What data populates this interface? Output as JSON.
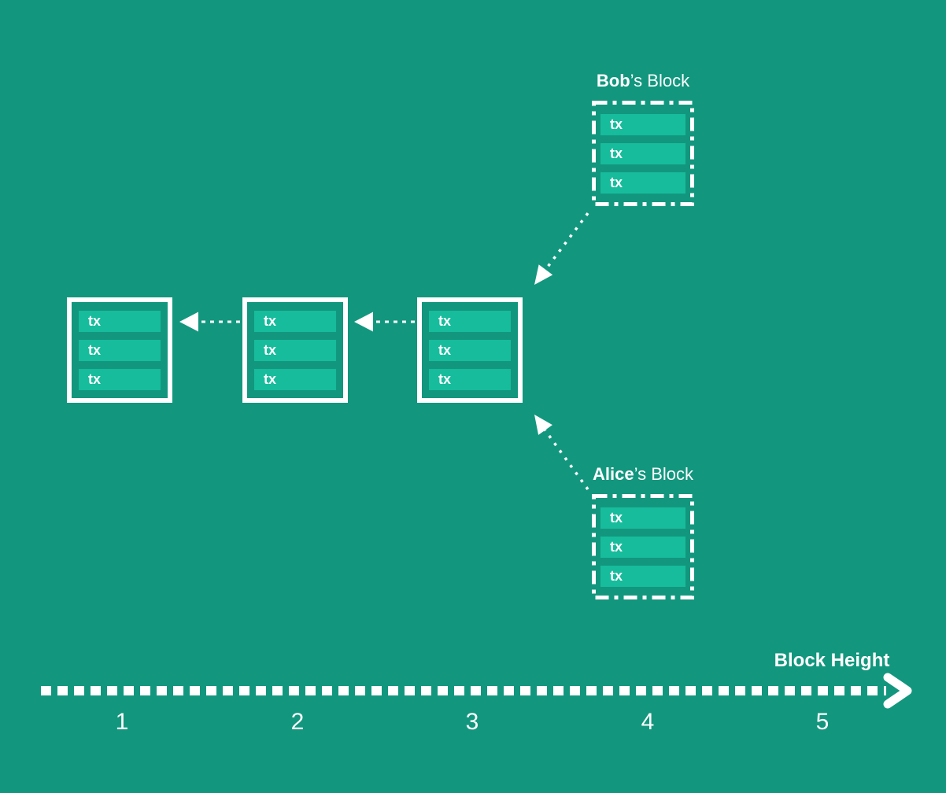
{
  "colors": {
    "background": "#12977E",
    "tx_fill": "#17BC9C",
    "foreground": "#FFFFFF"
  },
  "chain_blocks": [
    {
      "txs": [
        "tx",
        "tx",
        "tx"
      ]
    },
    {
      "txs": [
        "tx",
        "tx",
        "tx"
      ]
    },
    {
      "txs": [
        "tx",
        "tx",
        "tx"
      ]
    }
  ],
  "competing_blocks": [
    {
      "owner": "Bob",
      "label_suffix": "’s Block",
      "txs": [
        "tx",
        "tx",
        "tx"
      ]
    },
    {
      "owner": "Alice",
      "label_suffix": "’s Block",
      "txs": [
        "tx",
        "tx",
        "tx"
      ]
    }
  ],
  "axis": {
    "label": "Block Height",
    "ticks": [
      "1",
      "2",
      "3",
      "4",
      "5"
    ]
  }
}
